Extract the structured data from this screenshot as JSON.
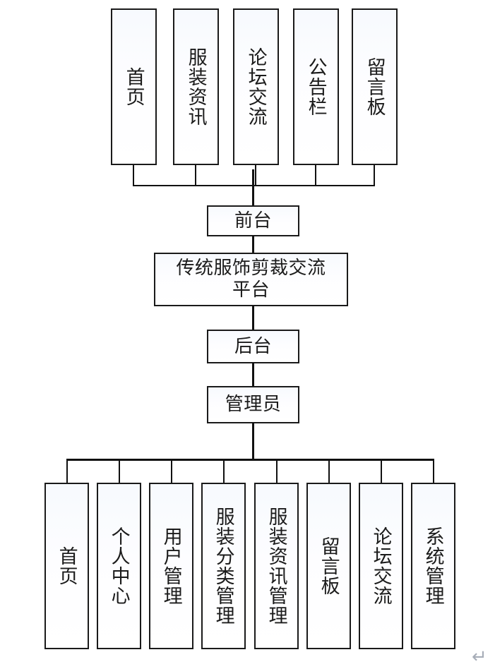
{
  "diagram": {
    "type": "org-chart",
    "title_node": "传统服饰剪裁交流平台",
    "colors": {
      "border": "#1a1a1a",
      "connector": "#111111",
      "box_fill": "#fbfcff",
      "return_mark": "#a7adb8",
      "background": "#ffffff"
    },
    "frontend_branch_label": "前台",
    "backend_branch_label": "后台",
    "admin_label": "管理员",
    "frontend_modules": [
      {
        "label": "首页"
      },
      {
        "label": "服装资讯"
      },
      {
        "label": "论坛交流"
      },
      {
        "label": "公告栏"
      },
      {
        "label": "留言板"
      }
    ],
    "backend_modules": [
      {
        "label": "首页"
      },
      {
        "label": "个人中心"
      },
      {
        "label": "用户管理"
      },
      {
        "label": "服装分类管理"
      },
      {
        "label": "服装资讯管理"
      },
      {
        "label": "留言板"
      },
      {
        "label": "论坛交流"
      },
      {
        "label": "系统管理"
      }
    ],
    "platform_title_lines": [
      "传统服饰剪裁交流",
      "平台"
    ],
    "return_symbol": "↵"
  }
}
